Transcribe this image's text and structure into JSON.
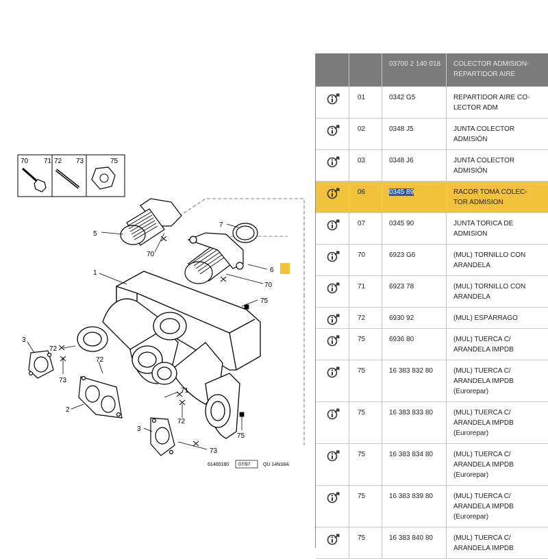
{
  "diagram": {
    "legend": {
      "items": [
        {
          "number": "70"
        },
        {
          "number": "71"
        },
        {
          "number": "72"
        },
        {
          "number": "73"
        },
        {
          "number": "75"
        }
      ]
    },
    "callouts": [
      {
        "label": "5"
      },
      {
        "label": "70"
      },
      {
        "label": "7"
      },
      {
        "label": "6"
      },
      {
        "label": "70"
      },
      {
        "label": "1"
      },
      {
        "label": "75"
      },
      {
        "label": "3"
      },
      {
        "label": "72"
      },
      {
        "label": "73"
      },
      {
        "label": "72"
      },
      {
        "label": "2"
      },
      {
        "label": "71"
      },
      {
        "label": "72"
      },
      {
        "label": "3"
      },
      {
        "label": "75"
      },
      {
        "label": "73"
      }
    ],
    "footer": {
      "code": "61400180",
      "date": "07/97",
      "engine": "QU 14N18A"
    }
  },
  "parts_table": {
    "header": {
      "reference": "03700 2 140 018",
      "description": "COLECTOR ADMISION-\nREPARTIDOR AIRE"
    },
    "selected_index": 3,
    "rows": [
      {
        "num": "01",
        "ref": "0342 G5",
        "desc": "REPARTIDOR AIRE CO-\nLECTOR ADM"
      },
      {
        "num": "02",
        "ref": "0348 J5",
        "desc": "JUNTA COLECTOR\nADMISIÓN"
      },
      {
        "num": "03",
        "ref": "0348 J6",
        "desc": "JUNTA COLECTOR\nADMISIÓN"
      },
      {
        "num": "06",
        "ref": "0345 89",
        "desc": "RACOR TOMA COLEC-\nTOR ADMISION"
      },
      {
        "num": "07",
        "ref": "0345 90",
        "desc": "JUNTA TORICA DE\nADMISION"
      },
      {
        "num": "70",
        "ref": "6923 G6",
        "desc": "(MUL) TORNILLO CON\nARANDELA"
      },
      {
        "num": "71",
        "ref": "6923 78",
        "desc": "(MUL) TORNILLO CON\nARANDELA"
      },
      {
        "num": "72",
        "ref": "6930 92",
        "desc": "(MUL) ESPÁRRAGO"
      },
      {
        "num": "75",
        "ref": "6936 80",
        "desc": "(MUL) TUERCA C/\nARANDELA IMPDB"
      },
      {
        "num": "75",
        "ref": "16 383 832 80",
        "desc": "(MUL) TUERCA C/\nARANDELA IMPDB\n(Eurorepar)"
      },
      {
        "num": "75",
        "ref": "16 383 833 80",
        "desc": "(MUL) TUERCA C/\nARANDELA IMPDB\n(Eurorepar)"
      },
      {
        "num": "75",
        "ref": "16 383 834 80",
        "desc": "(MUL) TUERCA C/\nARANDELA IMPDB\n(Eurorepar)"
      },
      {
        "num": "75",
        "ref": "16 383 839 80",
        "desc": "(MUL) TUERCA C/\nARANDELA IMPDB\n(Eurorepar)"
      },
      {
        "num": "75",
        "ref": "16 383 840 80",
        "desc": "(MUL) TUERCA C/\nARANDELA IMPDB"
      }
    ]
  },
  "colors": {
    "header_bg": "#7b7b7b",
    "selected_row": "#f3c23c",
    "selection_highlight": "#2e5aa8",
    "marker": "#f5c33a"
  },
  "icons": {
    "row_action": "info-arrow-icon"
  }
}
